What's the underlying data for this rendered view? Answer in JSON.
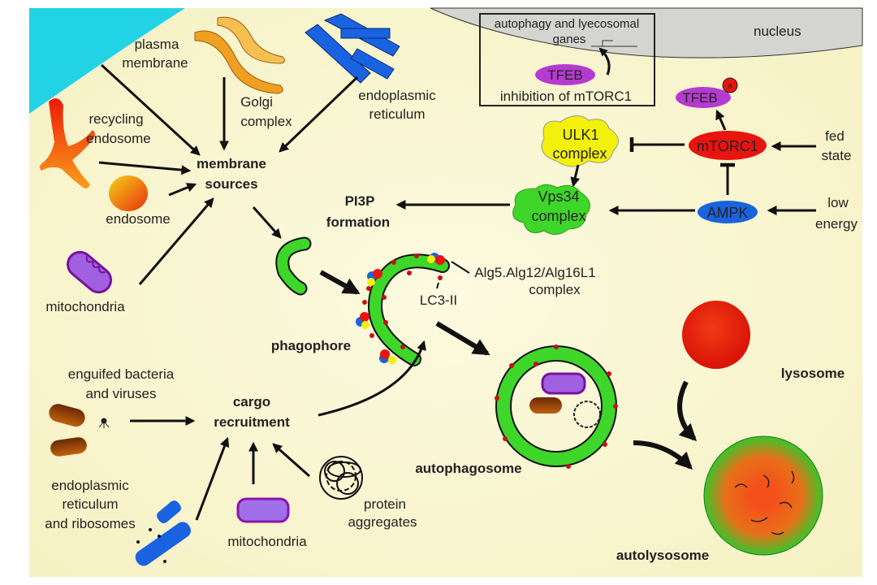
{
  "colors": {
    "cytoplasm": "#fbf8d2",
    "nucleus": "#d4d4d0",
    "plasma_membrane": "#22d3e6",
    "green": "#3fd62a",
    "red": "#e8140f",
    "yellow": "#f3f00b",
    "purple": "#b53bd0",
    "blue": "#1a63e0"
  },
  "labels": {
    "plasma_membrane": [
      "plasma",
      "membrane"
    ],
    "golgi": [
      "Golgi",
      "complex"
    ],
    "er": [
      "endoplasmic",
      "reticulum"
    ],
    "recycling_endosome": [
      "recycling",
      "endosome"
    ],
    "endosome": "endosome",
    "mitochondria_top": "mitochondria",
    "membrane_sources": [
      "membrane",
      "sources"
    ],
    "pi3p": [
      "PI3P",
      "formation"
    ],
    "nucleus": "nucleus",
    "genes": [
      "autophagy and lyecosomal",
      "ganes"
    ],
    "tfeb_box": "TFEB",
    "inhibition": "inhibition of mTORC1",
    "tfeb_p": "TFEB",
    "phospho": "a",
    "ulk1": [
      "ULK1",
      "complex"
    ],
    "mtorc1": "mTORC1",
    "fed_state": [
      "fed",
      "state"
    ],
    "vps34": [
      "Vps34",
      "complex"
    ],
    "ampk": "AMPK",
    "low_energy": [
      "low",
      "energy"
    ],
    "atg": [
      "Alg5.Alg12/Alg16L1",
      "complex"
    ],
    "lc3": "LC3-II",
    "phagophore": "phagophore",
    "lysosome": "lysosome",
    "autophagosome": "autophagosome",
    "autolysosome": "autolysosome",
    "bacteria": [
      "enguifed bacteria",
      "and viruses"
    ],
    "cargo": [
      "cargo",
      "recruitment"
    ],
    "er_ribo": [
      "endoplasmic",
      "reticulum",
      "and ribosomes"
    ],
    "mitochondria_bottom": "mitochondria",
    "protein_agg": [
      "protein",
      "aggregates"
    ]
  }
}
